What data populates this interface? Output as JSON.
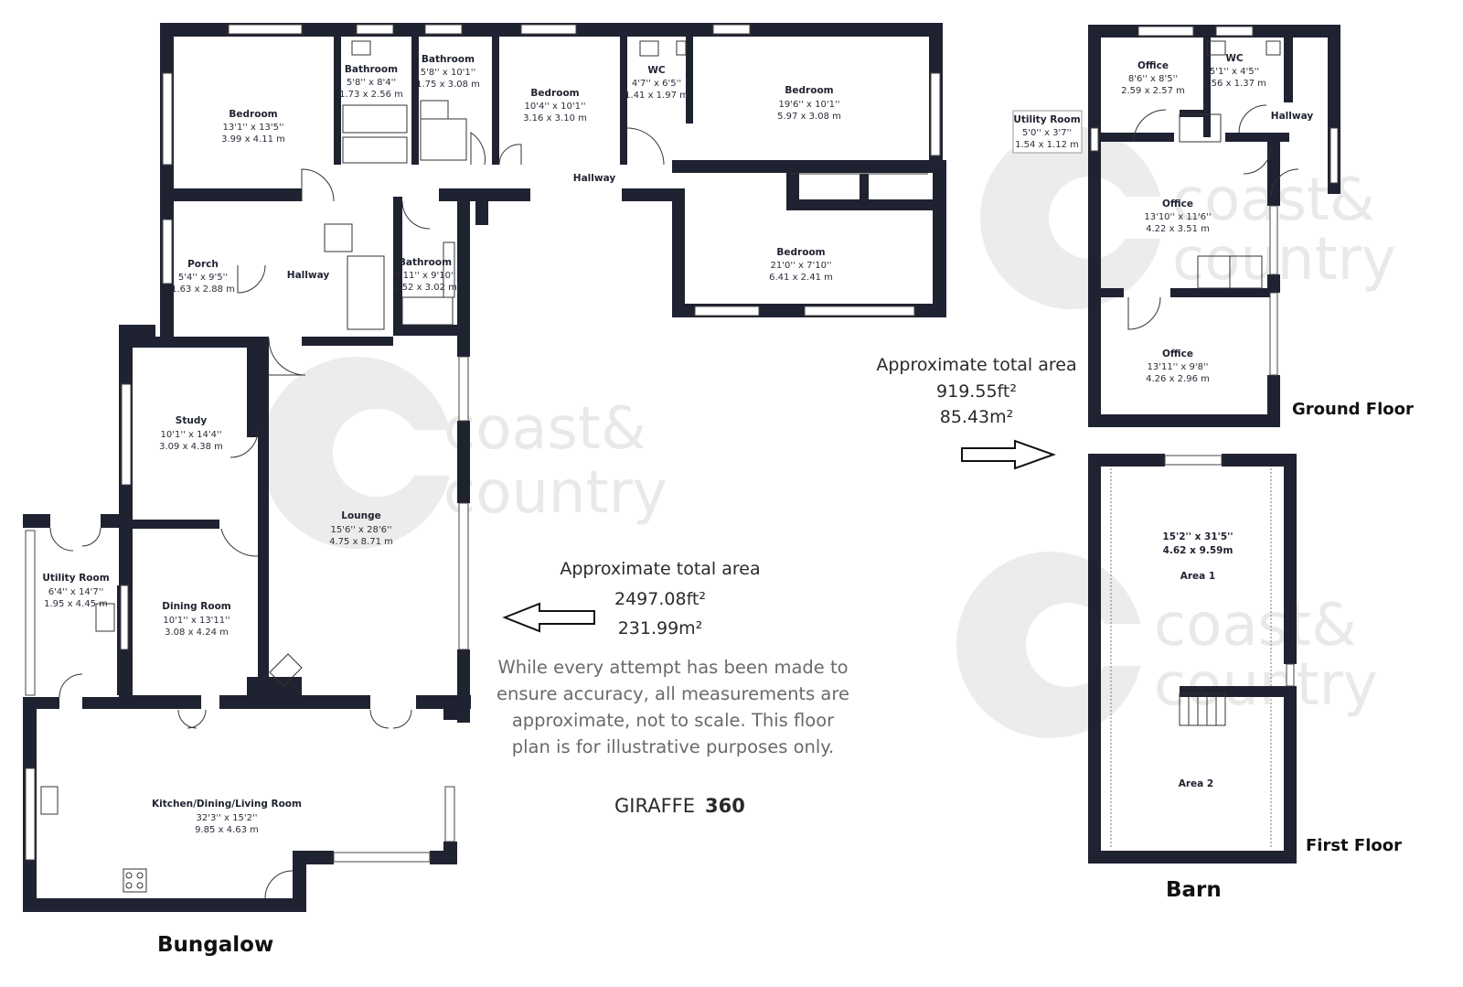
{
  "bungalow": {
    "label": "Bungalow",
    "area_title": "Approximate total area",
    "area_ft": "2497.08ft²",
    "area_m": "231.99m²",
    "disclaimer": [
      "While every attempt has been made to",
      "ensure accuracy, all measurements are",
      "approximate, not to scale. This floor",
      "plan is for illustrative purposes only."
    ],
    "brand_left": "GIRAFFE",
    "brand_right": "360",
    "rooms": [
      {
        "name": "Bedroom",
        "imperial": "13'1'' x 13'5''",
        "metric": "3.99 x 4.11 m"
      },
      {
        "name": "Bathroom",
        "imperial": "5'8'' x 8'4''",
        "metric": "1.73 x 2.56 m"
      },
      {
        "name": "Bathroom",
        "imperial": "5'8'' x 10'1''",
        "metric": "1.75 x 3.08 m"
      },
      {
        "name": "Bedroom",
        "imperial": "10'4'' x 10'1''",
        "metric": "3.16 x 3.10 m"
      },
      {
        "name": "WC",
        "imperial": "4'7'' x 6'5''",
        "metric": "1.41 x 1.97 m"
      },
      {
        "name": "Bedroom",
        "imperial": "19'6'' x 10'1''",
        "metric": "5.97 x 3.08 m"
      },
      {
        "name": "Hallway",
        "imperial": "",
        "metric": ""
      },
      {
        "name": "Bedroom",
        "imperial": "21'0'' x 7'10''",
        "metric": "6.41 x 2.41 m"
      },
      {
        "name": "Porch",
        "imperial": "5'4'' x 9'5''",
        "metric": "1.63 x 2.88 m"
      },
      {
        "name": "Hallway",
        "imperial": "",
        "metric": ""
      },
      {
        "name": "Bathroom",
        "imperial": "4'11'' x 9'10''",
        "metric": "1.52 x 3.02 m"
      },
      {
        "name": "Study",
        "imperial": "10'1'' x 14'4''",
        "metric": "3.09 x 4.38 m"
      },
      {
        "name": "Lounge",
        "imperial": "15'6'' x 28'6''",
        "metric": "4.75 x 8.71 m"
      },
      {
        "name": "Utility Room",
        "imperial": "6'4'' x 14'7''",
        "metric": "1.95 x 4.45 m"
      },
      {
        "name": "Dining Room",
        "imperial": "10'1'' x 13'11''",
        "metric": "3.08 x 4.24 m"
      },
      {
        "name": "Kitchen/Dining/Living Room",
        "imperial": "32'3'' x 15'2''",
        "metric": "9.85 x 4.63 m"
      }
    ]
  },
  "barn": {
    "label": "Barn",
    "area_title": "Approximate total area",
    "area_ft": "919.55ft²",
    "area_m": "85.43m²",
    "ground_floor_label": "Ground Floor",
    "first_floor_label": "First Floor",
    "ground_rooms": [
      {
        "name": "Office",
        "imperial": "8'6'' x 8'5''",
        "metric": "2.59 x 2.57 m"
      },
      {
        "name": "WC",
        "imperial": "5'1'' x 4'5''",
        "metric": "1.56 x 1.37 m"
      },
      {
        "name": "Utility Room",
        "imperial": "5'0'' x 3'7''",
        "metric": "1.54 x 1.12 m"
      },
      {
        "name": "Hallway",
        "imperial": "",
        "metric": ""
      },
      {
        "name": "Office",
        "imperial": "13'10'' x 11'6''",
        "metric": "4.22 x 3.51 m"
      },
      {
        "name": "Office",
        "imperial": "13'11'' x 9'8''",
        "metric": "4.26 x 2.96 m"
      }
    ],
    "first_floor": {
      "imperial": "15'2'' x 31'5''",
      "metric": "4.62 x 9.59m",
      "area1": "Area 1",
      "area2": "Area 2"
    }
  },
  "watermark": {
    "line1": "coast&",
    "line2": "country"
  }
}
